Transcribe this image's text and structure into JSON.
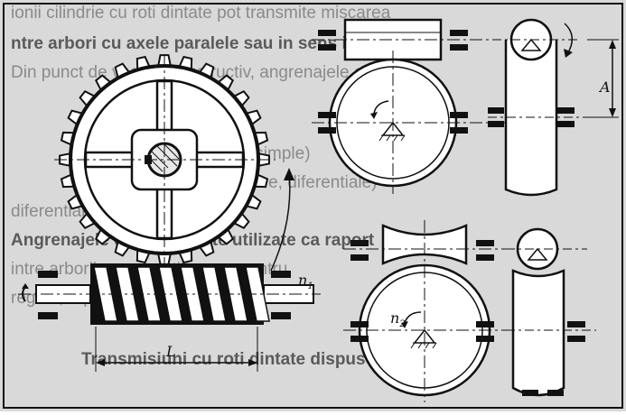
{
  "figure": {
    "background_color": "#d9d9d9",
    "ink_color": "#111111",
    "labels": {
      "length": "L",
      "n1": "n",
      "n1_sub": "1",
      "n2": "n",
      "n2_sub": "2",
      "distance": "A"
    },
    "bleed_text": [
      "ionii cilindrie cu roti dintate pot transmite miscarea",
      "ntre arbori cu axele paralele sau in sens invers",
      "Din punct de vedere constructiv, angrenajele cu",
      "",
      "- cu axe fixe (ordinare, simple)",
      "- cu axe mobile (planetare, diferentiale)",
      "diferentiale",
      "Angrenajele cu roti dintate utilizate ca raport",
      "intre arborii care se utilizeaza pentru",
      "regula, raportul de transmitere constant",
      "Transmisiuni cu roti dintate dispuse in serie"
    ]
  }
}
